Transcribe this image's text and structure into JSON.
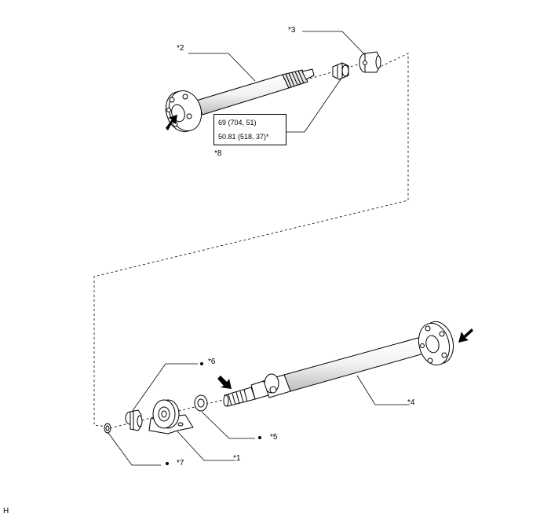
{
  "labels": {
    "c1": "*1",
    "c2": "*2",
    "c3": "*3",
    "c4": "*4",
    "c5": "*5",
    "c6": "*6",
    "c7": "*7",
    "c8": "*8"
  },
  "torque": {
    "line1": "69 (704, 51)",
    "line2": "50.81 (518, 37)*"
  },
  "corner_code": "H",
  "colors": {
    "line": "#000000",
    "fill": "#ffffff",
    "shade": "#c8c8c8"
  }
}
